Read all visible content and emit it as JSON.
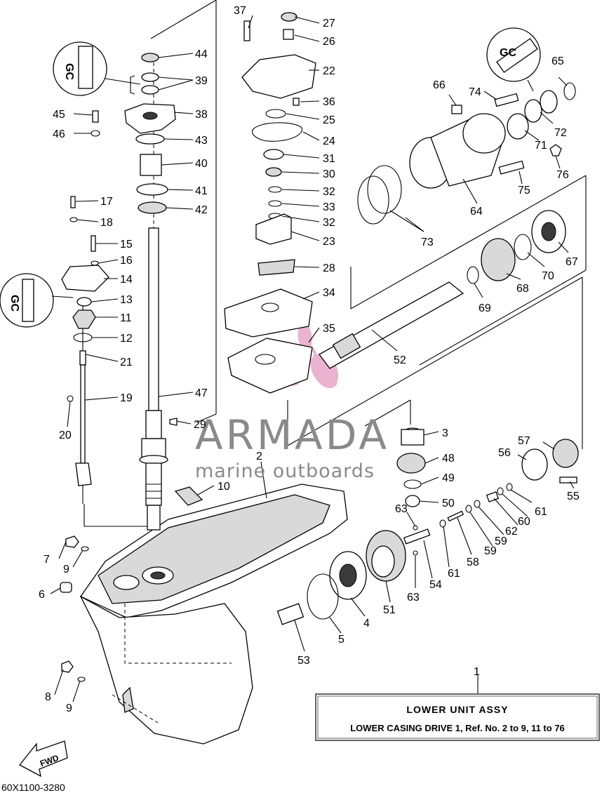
{
  "callouts": [
    {
      "id": "c37",
      "text": "37"
    },
    {
      "id": "c27",
      "text": "27"
    },
    {
      "id": "c26",
      "text": "26"
    },
    {
      "id": "c22",
      "text": "22"
    },
    {
      "id": "c36",
      "text": "36"
    },
    {
      "id": "c25",
      "text": "25"
    },
    {
      "id": "c24",
      "text": "24"
    },
    {
      "id": "c31",
      "text": "31"
    },
    {
      "id": "c30",
      "text": "30"
    },
    {
      "id": "c32a",
      "text": "32"
    },
    {
      "id": "c33",
      "text": "33"
    },
    {
      "id": "c32b",
      "text": "32"
    },
    {
      "id": "c23",
      "text": "23"
    },
    {
      "id": "c28",
      "text": "28"
    },
    {
      "id": "c34",
      "text": "34"
    },
    {
      "id": "c35",
      "text": "35"
    },
    {
      "id": "c44",
      "text": "44"
    },
    {
      "id": "c39",
      "text": "39"
    },
    {
      "id": "c45",
      "text": "45"
    },
    {
      "id": "c38",
      "text": "38"
    },
    {
      "id": "c46",
      "text": "46"
    },
    {
      "id": "c43",
      "text": "43"
    },
    {
      "id": "c40",
      "text": "40"
    },
    {
      "id": "c41",
      "text": "41"
    },
    {
      "id": "c42",
      "text": "42"
    },
    {
      "id": "c17",
      "text": "17"
    },
    {
      "id": "c18",
      "text": "18"
    },
    {
      "id": "c15",
      "text": "15"
    },
    {
      "id": "c16",
      "text": "16"
    },
    {
      "id": "c14",
      "text": "14"
    },
    {
      "id": "c13",
      "text": "13"
    },
    {
      "id": "c11",
      "text": "11"
    },
    {
      "id": "c12",
      "text": "12"
    },
    {
      "id": "c21",
      "text": "21"
    },
    {
      "id": "c19",
      "text": "19"
    },
    {
      "id": "c20",
      "text": "20"
    },
    {
      "id": "c47",
      "text": "47"
    },
    {
      "id": "c29",
      "text": "29"
    },
    {
      "id": "c2",
      "text": "2"
    },
    {
      "id": "c10",
      "text": "10"
    },
    {
      "id": "c7",
      "text": "7"
    },
    {
      "id": "c9a",
      "text": "9"
    },
    {
      "id": "c6",
      "text": "6"
    },
    {
      "id": "c8",
      "text": "8"
    },
    {
      "id": "c9b",
      "text": "9"
    },
    {
      "id": "c65",
      "text": "65"
    },
    {
      "id": "c66",
      "text": "66"
    },
    {
      "id": "c74",
      "text": "74"
    },
    {
      "id": "c72",
      "text": "72"
    },
    {
      "id": "c71",
      "text": "71"
    },
    {
      "id": "c76",
      "text": "76"
    },
    {
      "id": "c75",
      "text": "75"
    },
    {
      "id": "c64",
      "text": "64"
    },
    {
      "id": "c73",
      "text": "73"
    },
    {
      "id": "c67",
      "text": "67"
    },
    {
      "id": "c70",
      "text": "70"
    },
    {
      "id": "c68",
      "text": "68"
    },
    {
      "id": "c69",
      "text": "69"
    },
    {
      "id": "c52",
      "text": "52"
    },
    {
      "id": "c3",
      "text": "3"
    },
    {
      "id": "c48",
      "text": "48"
    },
    {
      "id": "c49",
      "text": "49"
    },
    {
      "id": "c50",
      "text": "50"
    },
    {
      "id": "c57",
      "text": "57"
    },
    {
      "id": "c56",
      "text": "56"
    },
    {
      "id": "c55",
      "text": "55"
    },
    {
      "id": "c61a",
      "text": "61"
    },
    {
      "id": "c60",
      "text": "60"
    },
    {
      "id": "c62",
      "text": "62"
    },
    {
      "id": "c59a",
      "text": "59"
    },
    {
      "id": "c59b",
      "text": "59"
    },
    {
      "id": "c58",
      "text": "58"
    },
    {
      "id": "c61b",
      "text": "61"
    },
    {
      "id": "c63a",
      "text": "63"
    },
    {
      "id": "c54",
      "text": "54"
    },
    {
      "id": "c63b",
      "text": "63"
    },
    {
      "id": "c51",
      "text": "51"
    },
    {
      "id": "c4",
      "text": "4"
    },
    {
      "id": "c5",
      "text": "5"
    },
    {
      "id": "c53",
      "text": "53"
    },
    {
      "id": "c1",
      "text": "1"
    }
  ],
  "watermark": {
    "name": "ARMADA",
    "tagline": "marine outboards",
    "colors": {
      "logo": "#e8a6c8",
      "text": "#8a8a8a"
    }
  },
  "assembly_box": {
    "title": "LOWER  UNIT  ASSY",
    "subtitle": "LOWER CASING DRIVE 1, Ref. No. 2 to 9, 11 to 76"
  },
  "badges": {
    "grease_a": "GC",
    "grease_b": "GC",
    "grease_c": "GC",
    "fwd": "FWD"
  },
  "diagram_code": "60X1100-3280"
}
